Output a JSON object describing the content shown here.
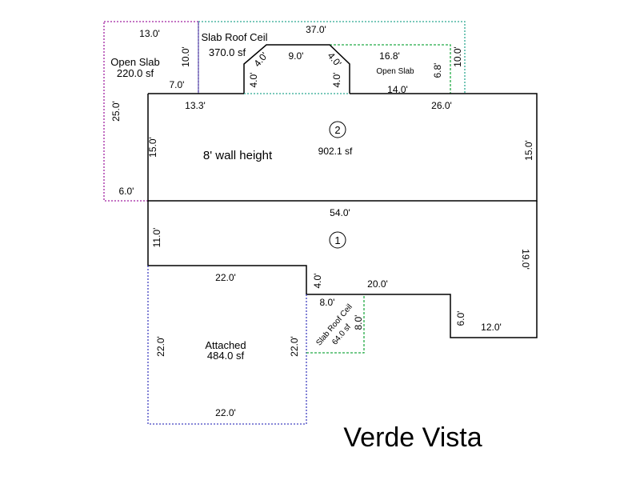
{
  "title": "Verde Vista",
  "colors": {
    "wall": "#000000",
    "magenta_dotted": "#a020a0",
    "green_dotted": "#22aa44",
    "teal_dotted": "#2aa890",
    "blue_dotted": "#4040c0",
    "blue_line": "#3a3aa0"
  },
  "areas": {
    "open_slab_left": {
      "name": "Open Slab",
      "area": "220.0 sf"
    },
    "slab_roof_top": {
      "name": "Slab Roof Ceil",
      "area": "370.0 sf"
    },
    "open_slab_right": {
      "name": "Open Slab"
    },
    "floor2": {
      "number": "2",
      "area": "902.1 sf",
      "note": "8' wall height"
    },
    "floor1": {
      "number": "1"
    },
    "attached": {
      "name": "Attached",
      "area": "484.0 sf"
    },
    "slab_roof_small": {
      "name": "Slab Roof Ceil",
      "area": "64.0 sf"
    }
  },
  "dims": {
    "d_13_0": "13.0'",
    "d_10_0a": "10.0'",
    "d_7_0": "7.0'",
    "d_25_0": "25.0'",
    "d_6_0a": "6.0'",
    "d_37_0": "37.0'",
    "d_4_0a": "4.0'",
    "d_4_0b": "4.0'",
    "d_9_0": "9.0'",
    "d_4_0c": "4.0'",
    "d_4_0d": "4.0'",
    "d_16_8": "16.8'",
    "d_6_8": "6.8'",
    "d_10_0b": "10.0'",
    "d_14_0": "14.0'",
    "d_13_3": "13.3'",
    "d_26_0": "26.0'",
    "d_15_0a": "15.0'",
    "d_15_0b": "15.0'",
    "d_54_0": "54.0'",
    "d_11_0": "11.0'",
    "d_19_0": "19.0'",
    "d_22_0a": "22.0'",
    "d_4_0e": "4.0'",
    "d_20_0": "20.0'",
    "d_8_0a": "8.0'",
    "d_8_0b": "8.0'",
    "d_6_0b": "6.0'",
    "d_12_0": "12.0'",
    "d_22_0b": "22.0'",
    "d_22_0c": "22.0'",
    "d_22_0d": "22.0'"
  }
}
